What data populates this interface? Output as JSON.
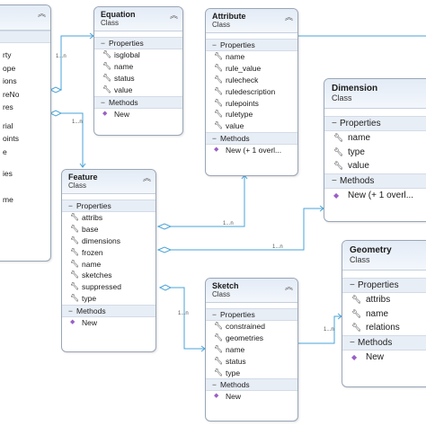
{
  "boxes": {
    "left": {
      "items": [
        "rty",
        "ope",
        "ions",
        "reNo",
        "res",
        "rial",
        "oints",
        "e",
        "ies",
        "me"
      ]
    },
    "equation": {
      "name": "Equation",
      "stereotype": "Class",
      "properties_label": "Properties",
      "properties": [
        "isglobal",
        "name",
        "status",
        "value"
      ],
      "methods_label": "Methods",
      "methods": [
        "New"
      ]
    },
    "attribute": {
      "name": "Attribute",
      "stereotype": "Class",
      "properties_label": "Properties",
      "properties": [
        "name",
        "rule_value",
        "rulecheck",
        "ruledescription",
        "rulepoints",
        "ruletype",
        "value"
      ],
      "methods_label": "Methods",
      "methods": [
        "New (+ 1 overl..."
      ]
    },
    "dimension": {
      "name": "Dimension",
      "stereotype": "Class",
      "properties_label": "Properties",
      "properties": [
        "name",
        "type",
        "value"
      ],
      "methods_label": "Methods",
      "methods": [
        "New (+ 1 overl..."
      ]
    },
    "feature": {
      "name": "Feature",
      "stereotype": "Class",
      "properties_label": "Properties",
      "properties": [
        "attribs",
        "base",
        "dimensions",
        "frozen",
        "name",
        "sketches",
        "suppressed",
        "type"
      ],
      "methods_label": "Methods",
      "methods": [
        "New"
      ]
    },
    "sketch": {
      "name": "Sketch",
      "stereotype": "Class",
      "properties_label": "Properties",
      "properties": [
        "constrained",
        "geometries",
        "name",
        "status",
        "type"
      ],
      "methods_label": "Methods",
      "methods": [
        "New"
      ]
    },
    "geometry": {
      "name": "Geometry",
      "stereotype": "Class",
      "properties_label": "Properties",
      "properties": [
        "attribs",
        "name",
        "relations"
      ],
      "methods_label": "Methods",
      "methods": [
        "New"
      ]
    }
  },
  "multiplicities": [
    "1...n",
    "1...n",
    "1...n",
    "1...n",
    "1...n",
    "1...n"
  ],
  "icons": {
    "property": "wrench-icon",
    "method": "purple-cube-icon",
    "collapse": "double-chevron-up-icon",
    "section": "minus-icon"
  },
  "colors": {
    "header": "#e3ebf6",
    "border": "#9aa6b6",
    "connector": "#4aa3d8",
    "method_icon": "#9a5fc6"
  }
}
